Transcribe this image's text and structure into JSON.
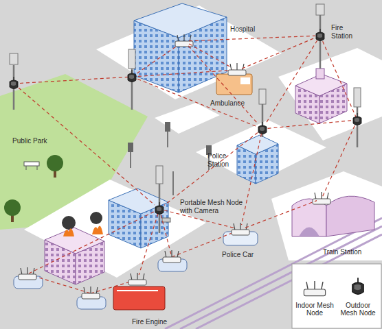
{
  "diagram": {
    "nodes": [
      {
        "text": [
          "Hospital"
        ]
      },
      {
        "text": [
          "Fire Station"
        ]
      },
      {
        "text": [
          "Public Park"
        ]
      },
      {
        "text": [
          "Ambulance"
        ]
      },
      {
        "text": [
          "Police Station"
        ]
      },
      {
        "text": [
          "Portable Mesh Node with Camera"
        ]
      },
      {
        "text": [
          "Train Station"
        ]
      },
      {
        "text": [
          "Police Car"
        ]
      },
      {
        "text": [
          "Fire Engine"
        ]
      }
    ],
    "edges": [
      {
        "from": 0,
        "to": 1,
        "arrow": "none"
      },
      {
        "from": 0,
        "to": 3,
        "arrow": "none"
      },
      {
        "from": 0,
        "to": 4,
        "arrow": "none"
      },
      {
        "from": 3,
        "to": 1,
        "arrow": "none"
      },
      {
        "from": 1,
        "to": 4,
        "arrow": "none"
      },
      {
        "from": 2,
        "to": 5,
        "arrow": "none"
      },
      {
        "from": 4,
        "to": 5,
        "arrow": "none"
      },
      {
        "from": 4,
        "to": 7,
        "arrow": "none"
      },
      {
        "from": 5,
        "to": 7,
        "arrow": "none"
      },
      {
        "from": 5,
        "to": 8,
        "arrow": "none"
      },
      {
        "from": 7,
        "to": 6,
        "arrow": "none"
      }
    ],
    "legend": [
      {
        "text": "Indoor Mesh Node"
      },
      {
        "text": "Outdoor Mesh Node"
      }
    ]
  }
}
